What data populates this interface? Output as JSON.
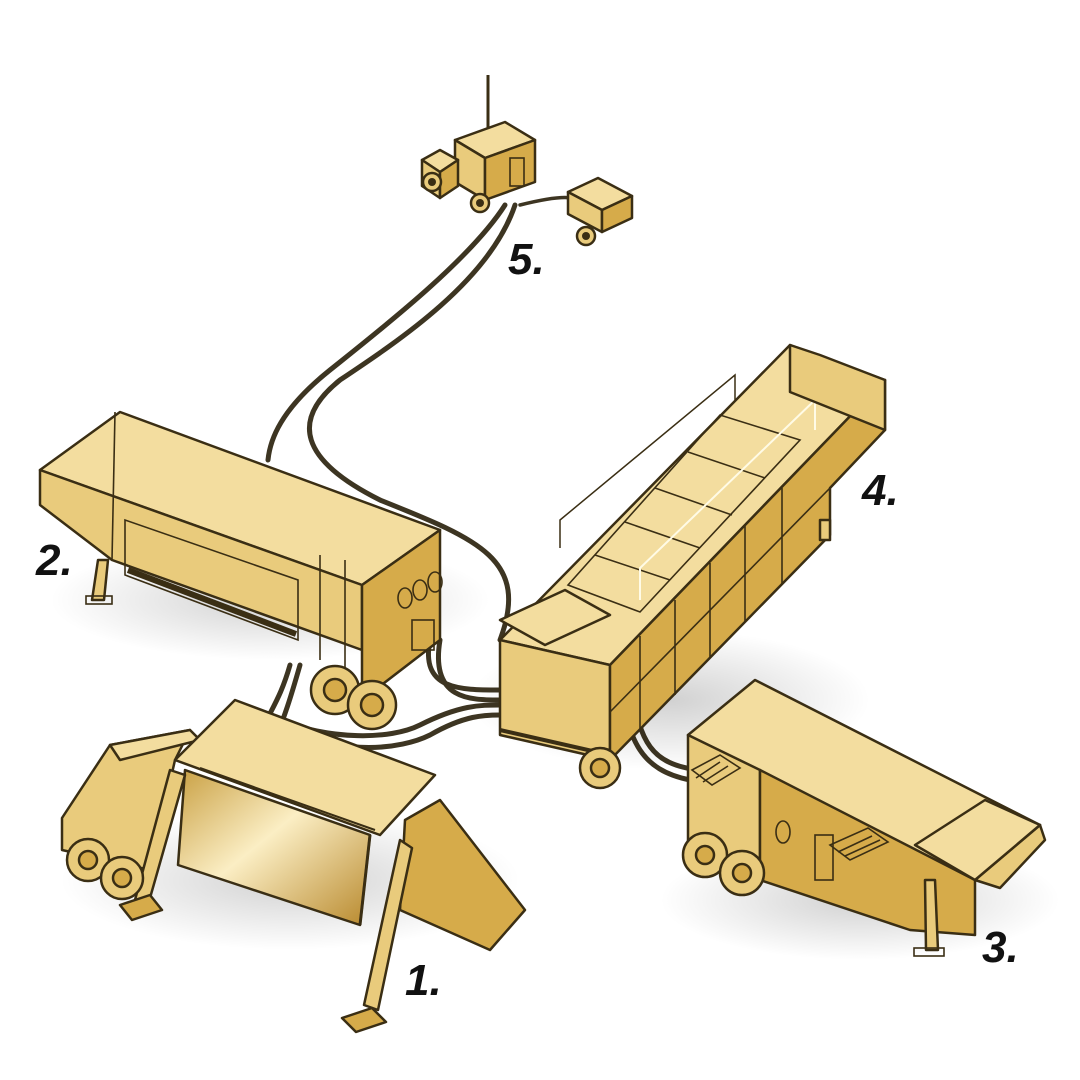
{
  "labels": {
    "unit_1": "1.",
    "unit_2": "2.",
    "unit_3": "3.",
    "unit_4": "4.",
    "unit_5": "5."
  },
  "colors": {
    "light": "#f3dd9f",
    "mid": "#e9cb7c",
    "dark": "#d6ab4a",
    "panel": "#e3b95a",
    "outline": "#3a2e14",
    "cable": "#3d3522"
  },
  "icons": [
    "truck-icon",
    "trailer-icon",
    "radar-antenna-icon",
    "wheel-icon",
    "cable-icon"
  ]
}
